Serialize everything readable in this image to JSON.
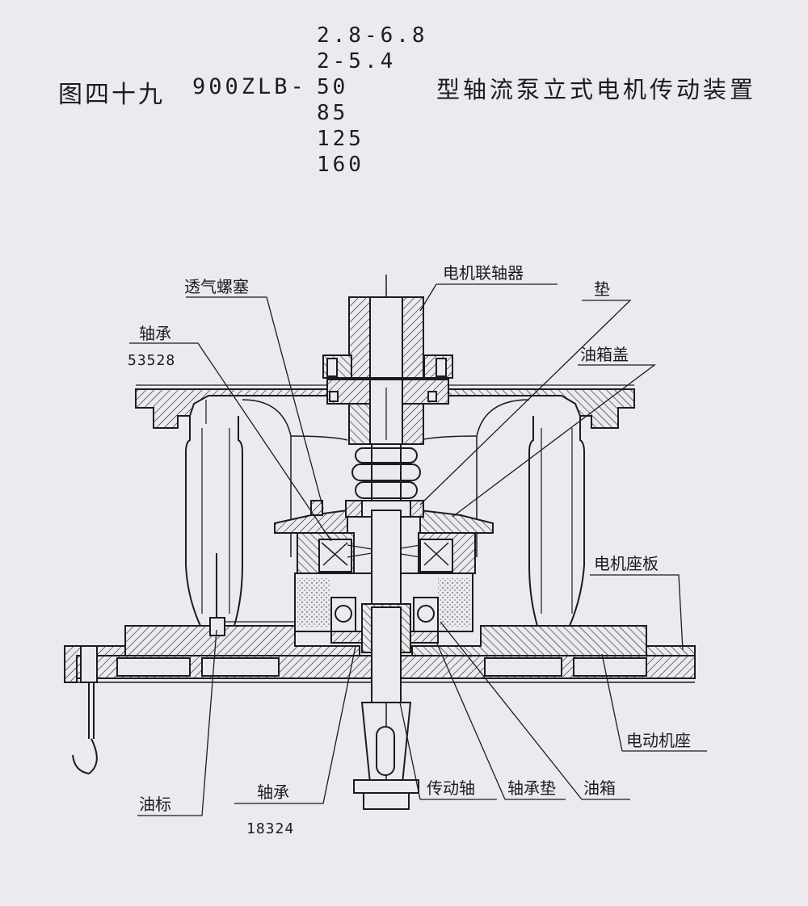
{
  "title": {
    "prefix": "图四十九",
    "model": "900ZLB-",
    "variants": [
      "2.8-6.8",
      "2-5.4",
      "50",
      "85",
      "125",
      "160"
    ],
    "suffix": "型轴流泵立式电机传动装置"
  },
  "labels": {
    "breather_plug": "透气螺塞",
    "bearing_top": "轴承",
    "bearing_top_code": "53528",
    "motor_coupling": "电机联轴器",
    "gasket": "垫",
    "oil_tank_cover": "油箱盖",
    "motor_base_plate": "电机座板",
    "motor_seat": "电动机座",
    "oil_tank": "油箱",
    "bearing_pad": "轴承垫",
    "drive_shaft": "传动轴",
    "bearing_bottom": "轴承",
    "bearing_bottom_code": "18324",
    "oil_gauge": "油标"
  },
  "colors": {
    "ink": "#1c1c1c",
    "paper": "#ece9ef"
  }
}
